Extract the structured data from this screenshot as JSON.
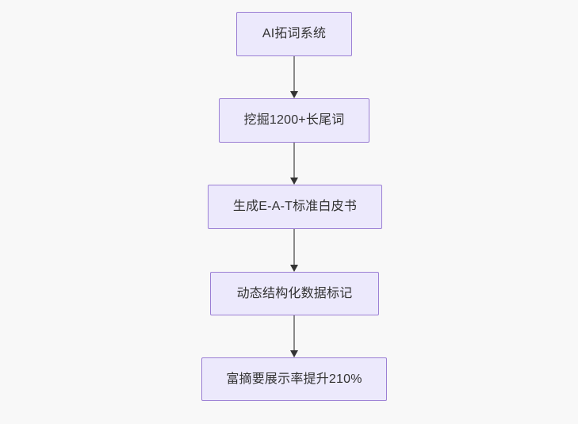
{
  "diagram": {
    "type": "flowchart",
    "direction": "top-to-bottom",
    "background_color": "#f8f8f8",
    "node_fill_color": "#ece9fc",
    "node_border_color": "#9b7fd4",
    "node_text_color": "#333333",
    "edge_line_color": "#8a8a8a",
    "edge_arrow_color": "#333333",
    "nodes": [
      {
        "id": "n1",
        "label": "AI拓词系统"
      },
      {
        "id": "n2",
        "label": "挖掘1200+长尾词"
      },
      {
        "id": "n3",
        "label": "生成E-A-T标准白皮书"
      },
      {
        "id": "n4",
        "label": "动态结构化数据标记"
      },
      {
        "id": "n5",
        "label": "富摘要展示率提升210%"
      }
    ],
    "edges": [
      {
        "from": "n1",
        "to": "n2",
        "label": ""
      },
      {
        "from": "n2",
        "to": "n3",
        "label": ""
      },
      {
        "from": "n3",
        "to": "n4",
        "label": ""
      },
      {
        "from": "n4",
        "to": "n5",
        "label": ""
      }
    ]
  }
}
